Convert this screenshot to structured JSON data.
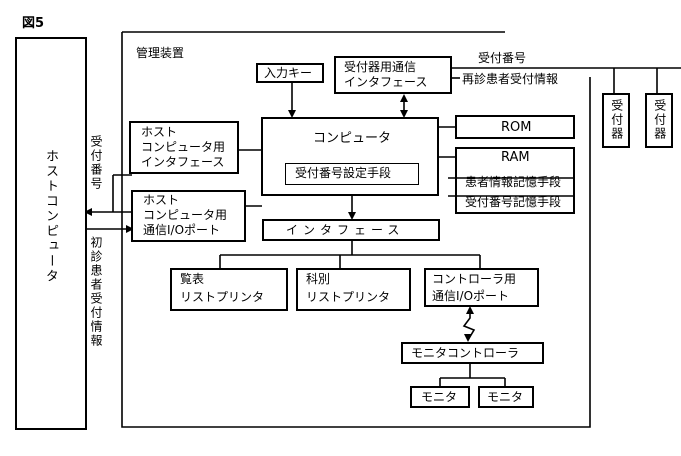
{
  "figure": {
    "label": "図5"
  },
  "host": {
    "label": "ホストコンピュータ"
  },
  "signals": {
    "receipt_number_left": "受付番号",
    "first_visit_info": "初診患者受付情報",
    "receipt_number_right": "受付番号",
    "revisit_info": "再診患者受付情報"
  },
  "management": {
    "label": "管理装置"
  },
  "blocks": {
    "input_key": "入力キー",
    "receptor_if": [
      "受付器用通信",
      "インタフェース"
    ],
    "receptor_1": "受付器",
    "receptor_2": "受付器",
    "host_if": [
      "ホスト",
      "コンピュータ用",
      "インタフェース"
    ],
    "host_io": [
      "ホスト",
      "コンピュータ用",
      "通信I/Oポート"
    ],
    "computer": "コンピュータ",
    "setting_means": "受付番号設定手段",
    "rom": "ROM",
    "ram": "RAM",
    "patient_store": "患者情報記憶手段",
    "number_store": "受付番号記憶手段",
    "interface": "インタフェース",
    "list_printer": [
      "覧表",
      "リストプリンタ"
    ],
    "dept_printer": [
      "科別",
      "リストプリンタ"
    ],
    "controller_io": [
      "コントローラ用",
      "通信I/Oポート"
    ],
    "monitor_controller": "モニタコントローラ",
    "monitor_1": "モニタ",
    "monitor_2": "モニタ"
  }
}
